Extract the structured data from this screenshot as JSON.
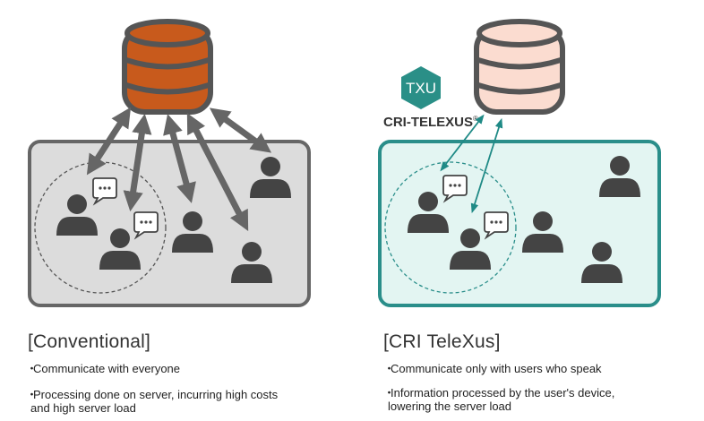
{
  "logo": {
    "badge_text": "TXU",
    "brand_text": "CRI-TELEXUS",
    "registered_mark": "®"
  },
  "conventional": {
    "heading": "[Conventional]",
    "bullets": [
      "Communicate with everyone",
      "Processing  done on server, incurring high costs and high server load"
    ],
    "bullet_lines": [
      [
        "Communicate with everyone"
      ],
      [
        "Processing  done on server, incurring high costs",
        "and high server load"
      ]
    ]
  },
  "telexus": {
    "heading": "[CRI TeleXus]",
    "bullets": [
      "Communicate only with users who speak",
      "Information processed by the user's device, lowering the server load"
    ],
    "bullet_lines": [
      [
        "Communicate only with users who speak"
      ],
      [
        "Information processed by the user's device,",
        "lowering the server load"
      ]
    ]
  },
  "bullet_glyph": "・",
  "colors": {
    "server_conventional": "#c85a1c",
    "server_conventional_stroke": "#555555",
    "server_telexus": "#fbdcd0",
    "panel_conventional_fill": "#dcdcdc",
    "panel_conventional_stroke": "#666666",
    "panel_telexus_fill": "#e3f5f2",
    "panel_telexus_stroke": "#2a8e8a",
    "user_icon": "#444444",
    "arrow_conventional": "#666666",
    "arrow_telexus": "#1f8a86",
    "logo_teal": "#2a8f87"
  }
}
